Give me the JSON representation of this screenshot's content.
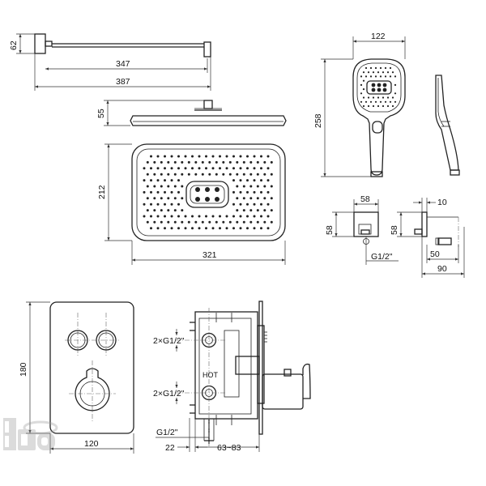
{
  "dimensions": {
    "arm_height": "62",
    "arm_length": "347",
    "arm_total": "387",
    "head_thickness": "55",
    "head_depth": "212",
    "head_width": "321",
    "hand_width": "122",
    "hand_length": "258",
    "outlet_width": "58",
    "outlet_height": "58",
    "outlet_side_depth": "10",
    "outlet_side_height": "58",
    "outlet_connection_width": "50",
    "outlet_total_depth": "90",
    "outlet_thread": "G1/2\"",
    "valve_plate_height": "180",
    "valve_plate_width": "120",
    "valve_outlets_top": "2×G1/2\"",
    "valve_outlets_bottom": "2×G1/2\"",
    "valve_inlet": "G1/2\"",
    "valve_body_depth": "22",
    "valve_install_depth": "63~83"
  },
  "labels": {
    "hot_mark": "HOT"
  },
  "logo": {
    "letters": "hd"
  }
}
